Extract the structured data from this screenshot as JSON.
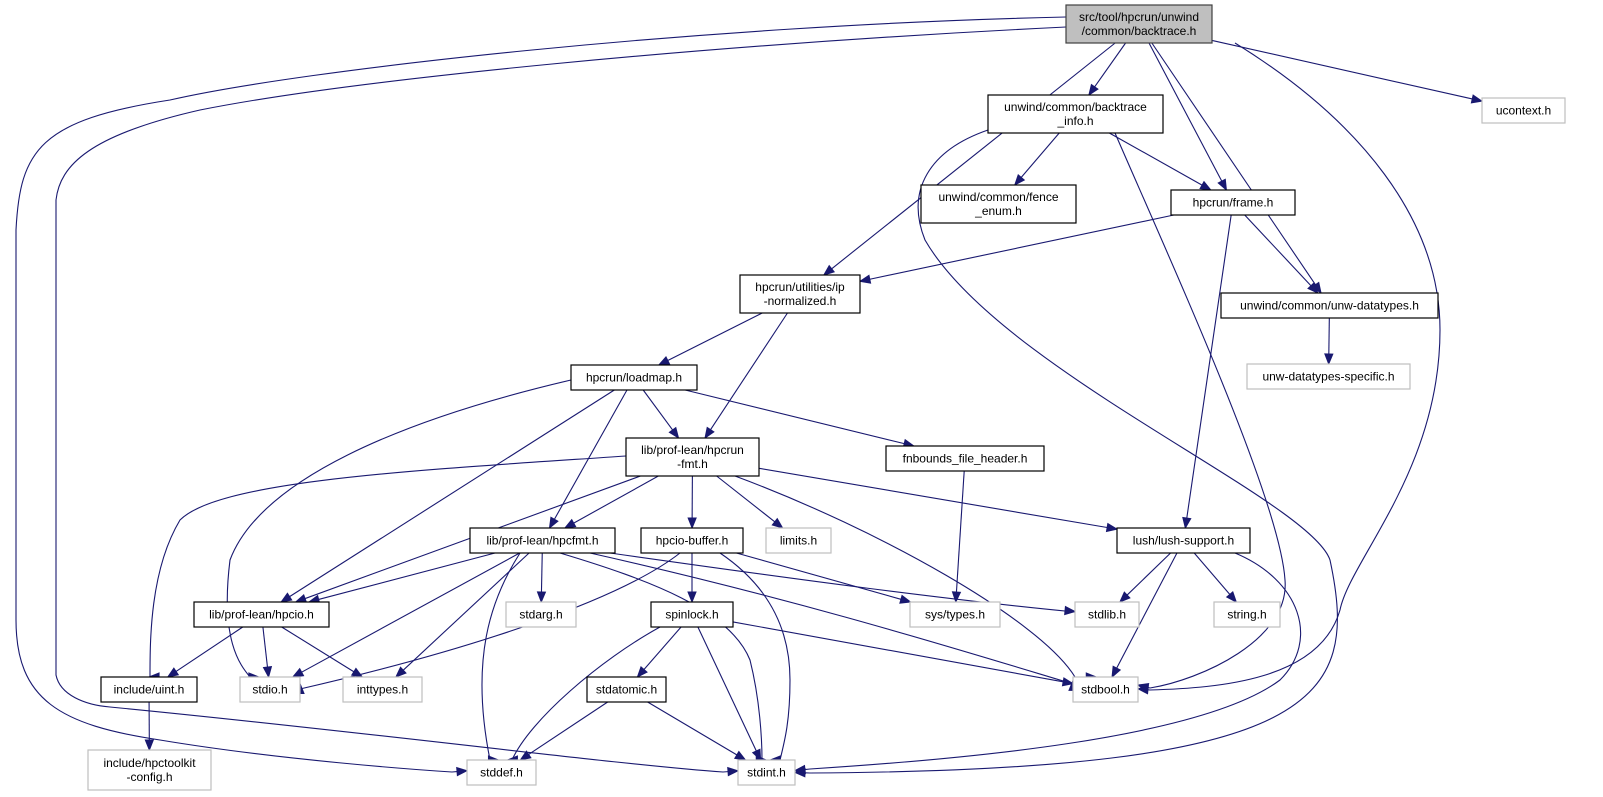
{
  "diagram": {
    "title": "Include dependency graph for src/tool/hpcrun/unwind/common/backtrace.h",
    "type": "include-dependency-graph",
    "colors": {
      "edge": "#191970",
      "root_fill": "#bfbfbf",
      "root_border": "#404040",
      "local_border": "#000000",
      "system_border": "#bfbfbf",
      "node_fill": "#ffffff"
    },
    "nodes": [
      {
        "id": "backtrace",
        "kind": "root",
        "lines": [
          "src/tool/hpcrun/unwind",
          "/common/backtrace.h"
        ]
      },
      {
        "id": "backtrace_info",
        "kind": "local",
        "lines": [
          "unwind/common/backtrace",
          "_info.h"
        ]
      },
      {
        "id": "ucontext",
        "kind": "system",
        "lines": [
          "ucontext.h"
        ]
      },
      {
        "id": "fence_enum",
        "kind": "local",
        "lines": [
          "unwind/common/fence",
          "_enum.h"
        ]
      },
      {
        "id": "frame",
        "kind": "local",
        "lines": [
          "hpcrun/frame.h"
        ]
      },
      {
        "id": "ip_normalized",
        "kind": "local",
        "lines": [
          "hpcrun/utilities/ip",
          "-normalized.h"
        ]
      },
      {
        "id": "unw_datatypes",
        "kind": "local",
        "lines": [
          "unwind/common/unw-datatypes.h"
        ]
      },
      {
        "id": "unw_datatypes_specific",
        "kind": "system",
        "lines": [
          "unw-datatypes-specific.h"
        ]
      },
      {
        "id": "loadmap",
        "kind": "local",
        "lines": [
          "hpcrun/loadmap.h"
        ]
      },
      {
        "id": "hpcrun_fmt",
        "kind": "local",
        "lines": [
          "lib/prof-lean/hpcrun",
          "-fmt.h"
        ]
      },
      {
        "id": "fnbounds",
        "kind": "local",
        "lines": [
          "fnbounds_file_header.h"
        ]
      },
      {
        "id": "hpcfmt",
        "kind": "local",
        "lines": [
          "lib/prof-lean/hpcfmt.h"
        ]
      },
      {
        "id": "hpcio_buffer",
        "kind": "local",
        "lines": [
          "hpcio-buffer.h"
        ]
      },
      {
        "id": "limits",
        "kind": "system",
        "lines": [
          "limits.h"
        ]
      },
      {
        "id": "lush_support",
        "kind": "local",
        "lines": [
          "lush/lush-support.h"
        ]
      },
      {
        "id": "hpcio",
        "kind": "local",
        "lines": [
          "lib/prof-lean/hpcio.h"
        ]
      },
      {
        "id": "stdarg",
        "kind": "system",
        "lines": [
          "stdarg.h"
        ]
      },
      {
        "id": "spinlock",
        "kind": "local",
        "lines": [
          "spinlock.h"
        ]
      },
      {
        "id": "sys_types",
        "kind": "system",
        "lines": [
          "sys/types.h"
        ]
      },
      {
        "id": "stdlib",
        "kind": "system",
        "lines": [
          "stdlib.h"
        ]
      },
      {
        "id": "string",
        "kind": "system",
        "lines": [
          "string.h"
        ]
      },
      {
        "id": "uint",
        "kind": "local",
        "lines": [
          "include/uint.h"
        ]
      },
      {
        "id": "stdio",
        "kind": "system",
        "lines": [
          "stdio.h"
        ]
      },
      {
        "id": "inttypes",
        "kind": "system",
        "lines": [
          "inttypes.h"
        ]
      },
      {
        "id": "stdatomic",
        "kind": "local",
        "lines": [
          "stdatomic.h"
        ]
      },
      {
        "id": "stdbool",
        "kind": "system",
        "lines": [
          "stdbool.h"
        ]
      },
      {
        "id": "hpctoolkit_config",
        "kind": "system",
        "lines": [
          "include/hpctoolkit",
          "-config.h"
        ]
      },
      {
        "id": "stddef",
        "kind": "system",
        "lines": [
          "stddef.h"
        ]
      },
      {
        "id": "stdint",
        "kind": "system",
        "lines": [
          "stdint.h"
        ]
      }
    ],
    "edges": [
      [
        "backtrace",
        "backtrace_info"
      ],
      [
        "backtrace",
        "ucontext"
      ],
      [
        "backtrace",
        "frame"
      ],
      [
        "backtrace",
        "ip_normalized"
      ],
      [
        "backtrace",
        "unw_datatypes"
      ],
      [
        "backtrace",
        "stdbool"
      ],
      [
        "backtrace",
        "stddef"
      ],
      [
        "backtrace",
        "stdint"
      ],
      [
        "backtrace_info",
        "fence_enum"
      ],
      [
        "backtrace_info",
        "frame"
      ],
      [
        "backtrace_info",
        "stdbool"
      ],
      [
        "backtrace_info",
        "stdint"
      ],
      [
        "frame",
        "ip_normalized"
      ],
      [
        "frame",
        "unw_datatypes"
      ],
      [
        "frame",
        "lush_support"
      ],
      [
        "unw_datatypes",
        "unw_datatypes_specific"
      ],
      [
        "ip_normalized",
        "loadmap"
      ],
      [
        "ip_normalized",
        "hpcrun_fmt"
      ],
      [
        "loadmap",
        "hpcrun_fmt"
      ],
      [
        "loadmap",
        "fnbounds"
      ],
      [
        "loadmap",
        "hpcfmt"
      ],
      [
        "loadmap",
        "hpcio"
      ],
      [
        "loadmap",
        "stdio"
      ],
      [
        "hpcrun_fmt",
        "hpcfmt"
      ],
      [
        "hpcrun_fmt",
        "hpcio_buffer"
      ],
      [
        "hpcrun_fmt",
        "limits"
      ],
      [
        "hpcrun_fmt",
        "lush_support"
      ],
      [
        "hpcrun_fmt",
        "hpcio"
      ],
      [
        "hpcrun_fmt",
        "uint"
      ],
      [
        "hpcrun_fmt",
        "stdbool"
      ],
      [
        "fnbounds",
        "sys_types"
      ],
      [
        "hpcfmt",
        "hpcio"
      ],
      [
        "hpcfmt",
        "stdarg"
      ],
      [
        "hpcfmt",
        "stdio"
      ],
      [
        "hpcfmt",
        "inttypes"
      ],
      [
        "hpcfmt",
        "stddef"
      ],
      [
        "hpcfmt",
        "stdint"
      ],
      [
        "hpcfmt",
        "stdlib"
      ],
      [
        "hpcfmt",
        "stdbool"
      ],
      [
        "hpcio_buffer",
        "spinlock"
      ],
      [
        "hpcio_buffer",
        "sys_types"
      ],
      [
        "hpcio_buffer",
        "stdio"
      ],
      [
        "hpcio_buffer",
        "stdint"
      ],
      [
        "lush_support",
        "stdlib"
      ],
      [
        "lush_support",
        "string"
      ],
      [
        "lush_support",
        "stdbool"
      ],
      [
        "lush_support",
        "stdint"
      ],
      [
        "hpcio",
        "uint"
      ],
      [
        "hpcio",
        "stdio"
      ],
      [
        "hpcio",
        "inttypes"
      ],
      [
        "spinlock",
        "stdatomic"
      ],
      [
        "spinlock",
        "stddef"
      ],
      [
        "spinlock",
        "stdint"
      ],
      [
        "spinlock",
        "stdbool"
      ],
      [
        "stdatomic",
        "stddef"
      ],
      [
        "stdatomic",
        "stdint"
      ],
      [
        "uint",
        "hpctoolkit_config"
      ]
    ]
  }
}
